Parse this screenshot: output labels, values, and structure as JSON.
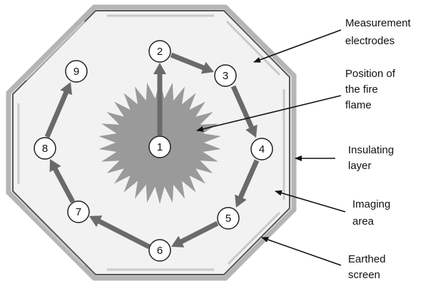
{
  "diagram": {
    "nodes": [
      "1",
      "2",
      "3",
      "4",
      "5",
      "6",
      "7",
      "8",
      "9"
    ],
    "annotations": [
      {
        "id": "measurement",
        "lines": [
          "Measurement",
          "electrodes"
        ]
      },
      {
        "id": "flame",
        "lines": [
          "Position of",
          "the fire",
          "flame"
        ]
      },
      {
        "id": "insulating",
        "lines": [
          "Insulating",
          "layer"
        ]
      },
      {
        "id": "imaging",
        "lines": [
          "Imaging",
          "area"
        ]
      },
      {
        "id": "earthed",
        "lines": [
          "Earthed",
          "screen"
        ]
      }
    ],
    "colors": {
      "octagon_fill": "#f2f2f2",
      "octagon_outer_stroke": "#b5b5b5",
      "octagon_inner_stroke": "#555555",
      "electrode": "#c9c9c9",
      "flame": "#9a9a9a",
      "arrow": "#6a6a6a",
      "annotation_arrow": "#111111"
    }
  }
}
